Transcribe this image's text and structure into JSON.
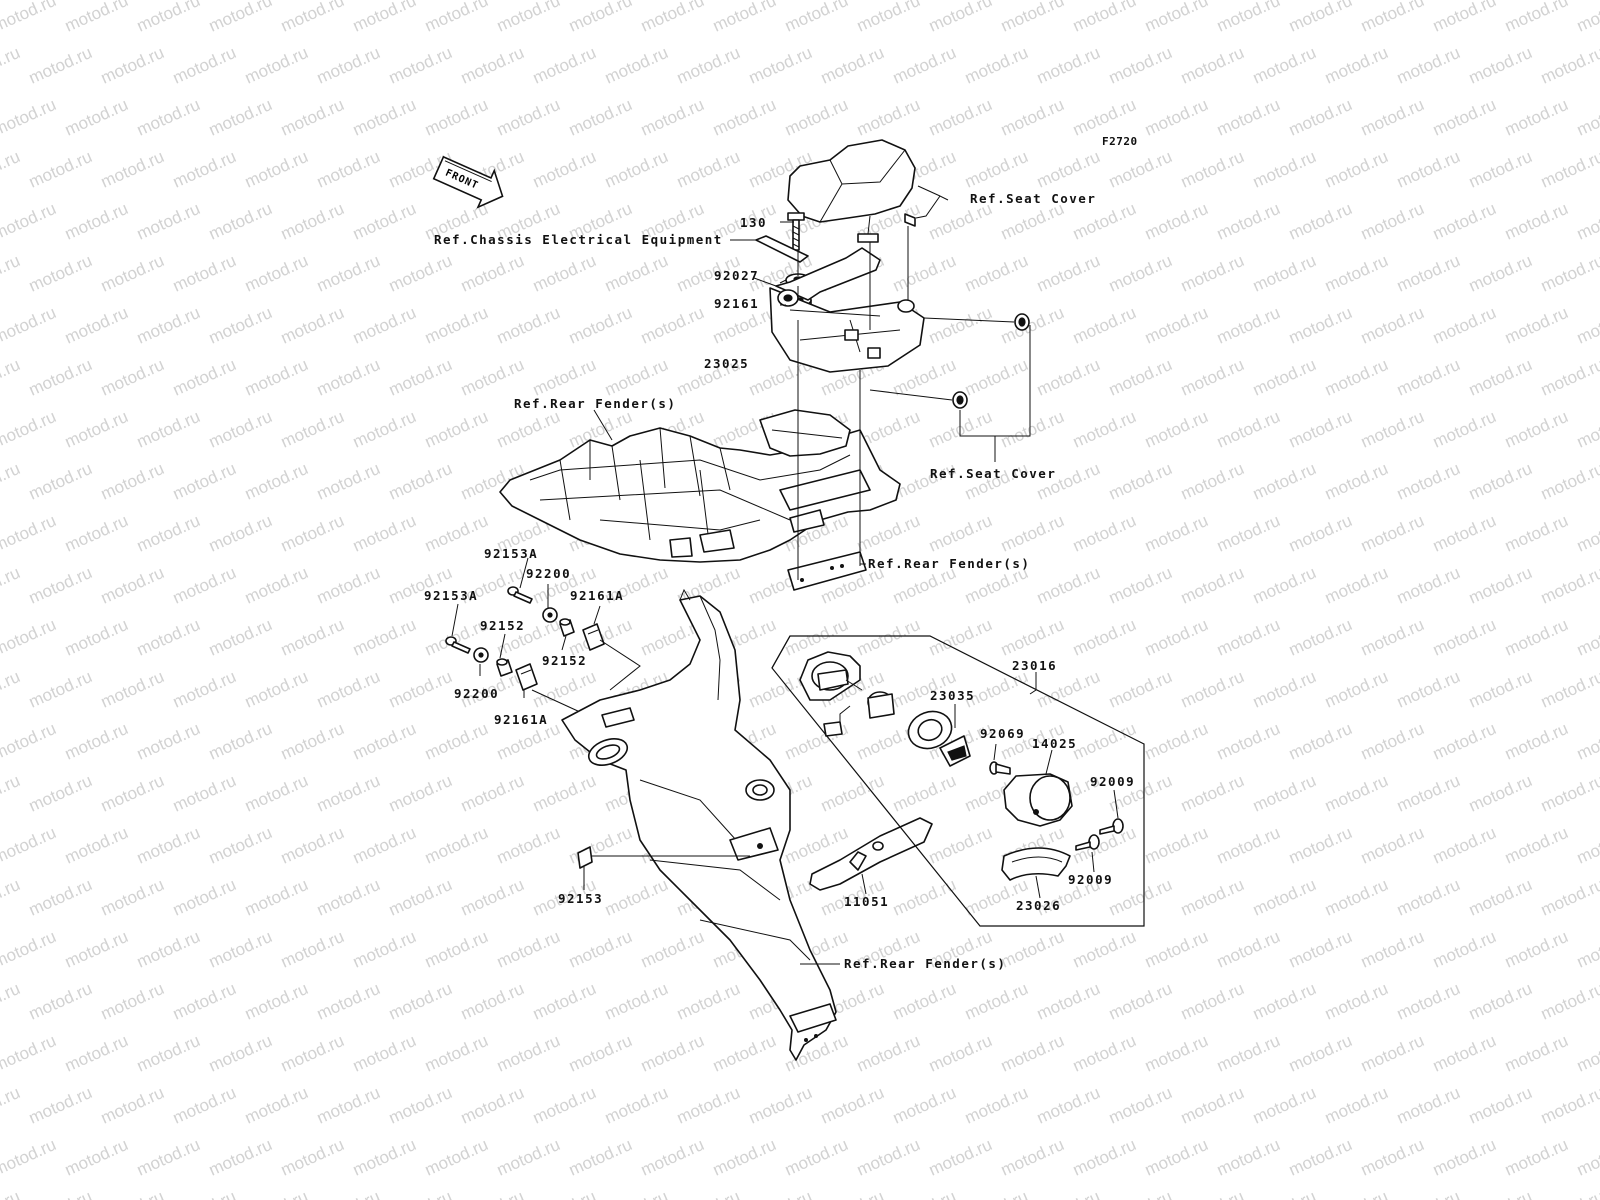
{
  "diagram": {
    "figure_code": "F2720",
    "front_arrow": "FRONT",
    "watermark": "motod.ru",
    "references": {
      "seat_cover_top": "Ref.Seat Cover",
      "chassis_electrical": "Ref.Chassis Electrical Equipment",
      "rear_fender_top": "Ref.Rear Fender(s)",
      "seat_cover_mid": "Ref.Seat Cover",
      "rear_fender_mid": "Ref.Rear Fender(s)",
      "rear_fender_bottom": "Ref.Rear Fender(s)"
    },
    "parts": {
      "p130": "130",
      "p92027": "92027",
      "p92161": "92161",
      "p23025": "23025",
      "p92153A_top": "92153A",
      "p92200_top": "92200",
      "p92161A_top": "92161A",
      "p92153A_left": "92153A",
      "p92152_left": "92152",
      "p92152_mid": "92152",
      "p92200_bottom": "92200",
      "p92161A_bottom": "92161A",
      "p23016": "23016",
      "p23035": "23035",
      "p92069": "92069",
      "p14025": "14025",
      "p92009_top": "92009",
      "p92009_bottom": "92009",
      "p23026": "23026",
      "p92153": "92153",
      "p11051": "11051"
    }
  }
}
